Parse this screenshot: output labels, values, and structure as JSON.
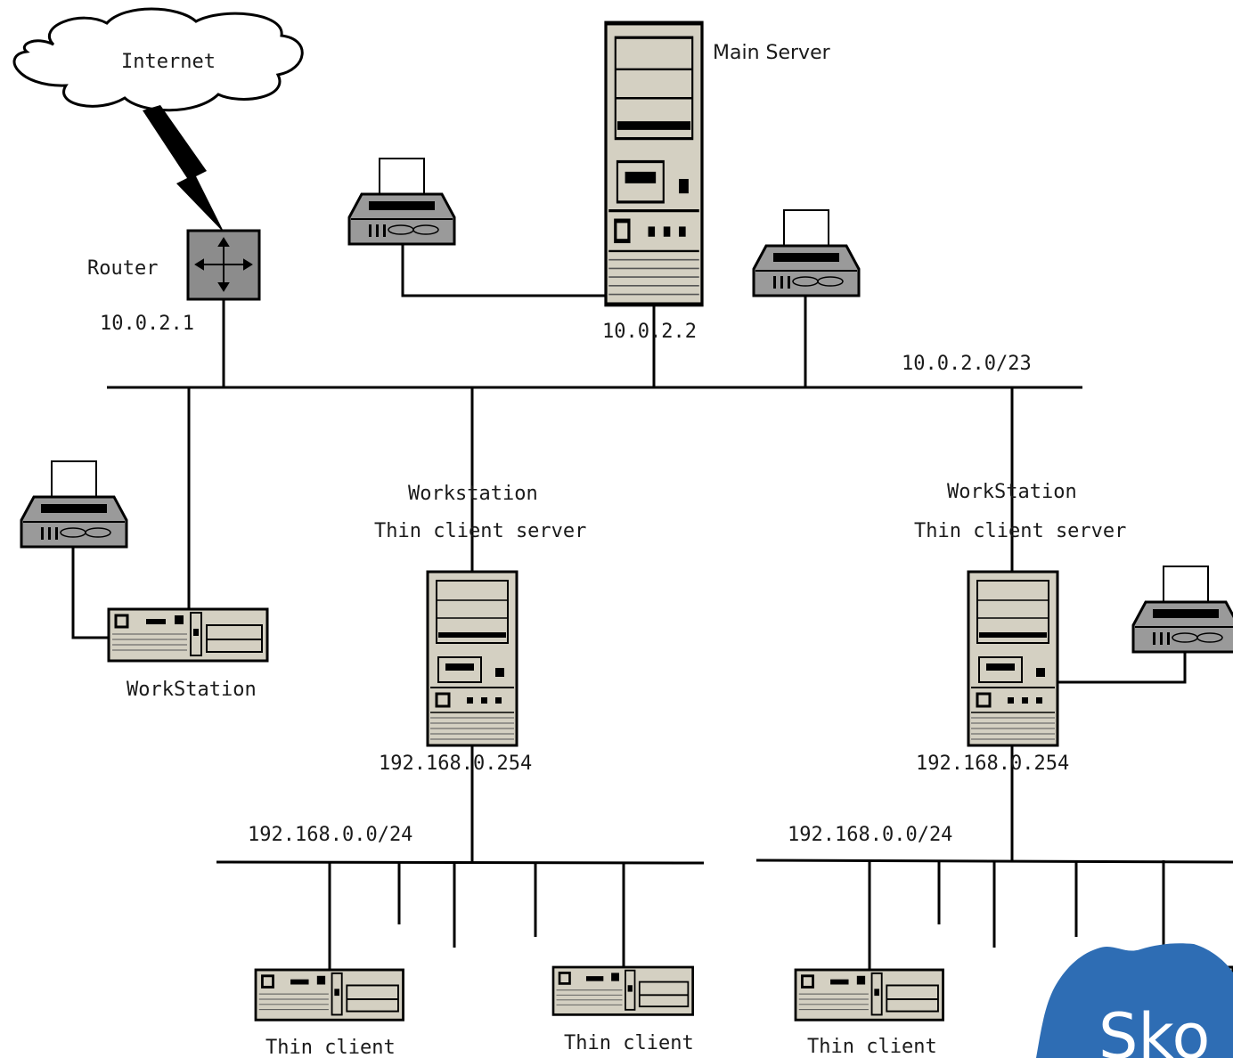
{
  "internet": {
    "label": "Internet"
  },
  "router": {
    "label": "Router",
    "ip": "10.0.2.1"
  },
  "main_server": {
    "label": "Main Server",
    "ip": "10.0.2.2"
  },
  "backbone": {
    "subnet": "10.0.2.0/23"
  },
  "workstation_left": {
    "label": "WorkStation"
  },
  "tc_server_1": {
    "title": "Workstation",
    "subtitle": "Thin client server",
    "ip": "192.168.0.254",
    "subnet": "192.168.0.0/24"
  },
  "tc_server_2": {
    "title": "WorkStation",
    "subtitle": "Thin client server",
    "ip": "192.168.0.254",
    "subnet": "192.168.0.0/24"
  },
  "thin_clients": [
    {
      "label": "Thin client"
    },
    {
      "label": "Thin client"
    },
    {
      "label": "Thin client"
    }
  ],
  "logo": {
    "text": "Sko",
    "color": "#2e6db4"
  }
}
